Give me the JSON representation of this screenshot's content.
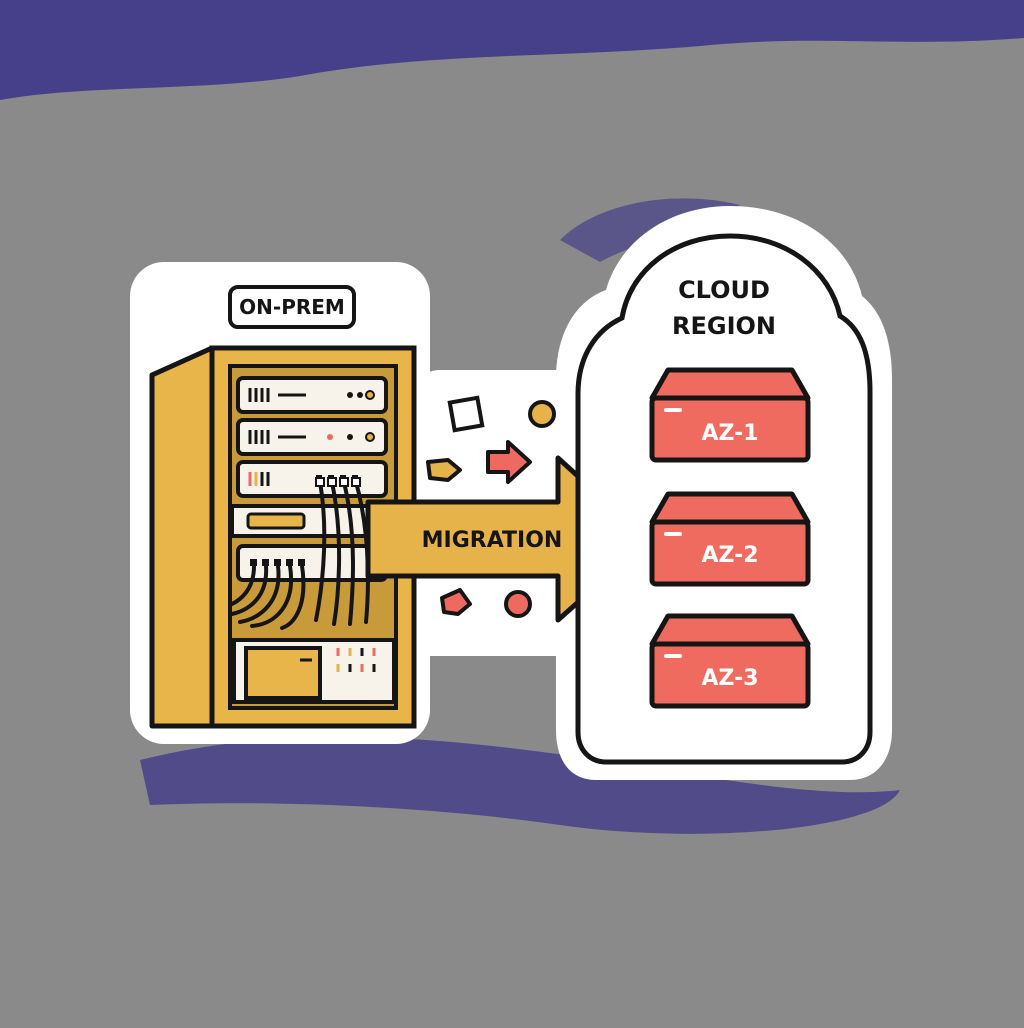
{
  "labels": {
    "on_prem": "ON-PREM",
    "migration": "MIGRATION",
    "cloud_line1": "CLOUD",
    "cloud_line2": "REGION",
    "zones": [
      "AZ-1",
      "AZ-2",
      "AZ-3"
    ]
  },
  "colors": {
    "background": "#8a8a8a",
    "background_splotch": "#46408a",
    "sticker": "#ffffff",
    "outline": "#151515",
    "rack": "#e8b54a",
    "rack_dark": "#c99a3a",
    "zone": "#ef6b5f",
    "accent_dot": "#e6b24a",
    "accent_red": "#ee6a60"
  },
  "icons": [
    "server-rack-icon",
    "migration-arrow-icon",
    "cloud-icon",
    "availability-zone-icon"
  ]
}
